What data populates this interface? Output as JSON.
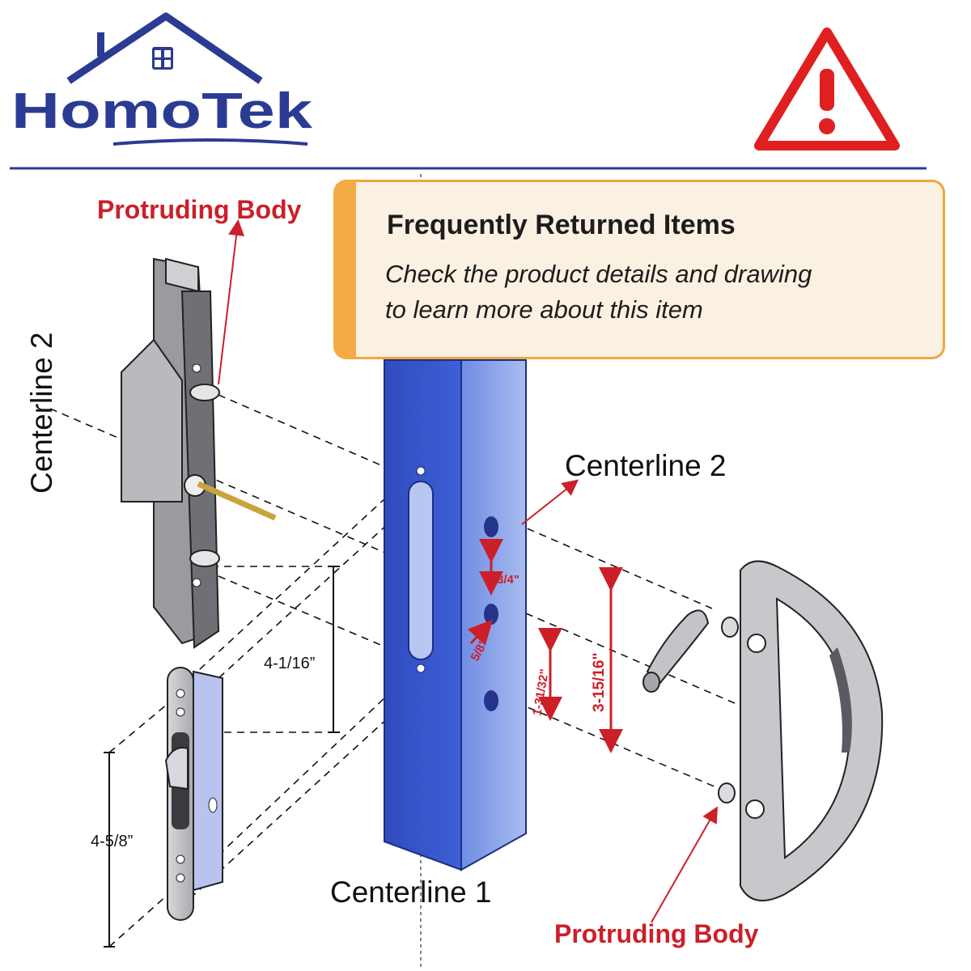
{
  "brand": {
    "name": "HomoTek"
  },
  "notice": {
    "title": "Frequently Returned Items",
    "line1": "Check the product details and drawing",
    "line2": "to learn more about this item"
  },
  "labels": {
    "protruding_top": "Protruding Body",
    "protruding_bottom": "Protruding Body",
    "centerline2_vertical": "Centerline  2",
    "centerline2_right": "Centerline 2",
    "centerline1": "Centerline  1"
  },
  "dimensions": {
    "d_4_1_16": "4-1/16”",
    "d_4_5_8": "4-5/8”",
    "d_3_4": "3/4\"",
    "d_5_8": "5/8\"",
    "d_1_31_32": "1-31/32\"",
    "d_3_15_16": "3-15/16\""
  },
  "colors": {
    "brand_blue": "#2b3b93",
    "warning_red": "#e02020",
    "accent_red": "#cc1f2a",
    "notice_orange": "#f4ab45",
    "post_blue": "#3a56c8"
  }
}
